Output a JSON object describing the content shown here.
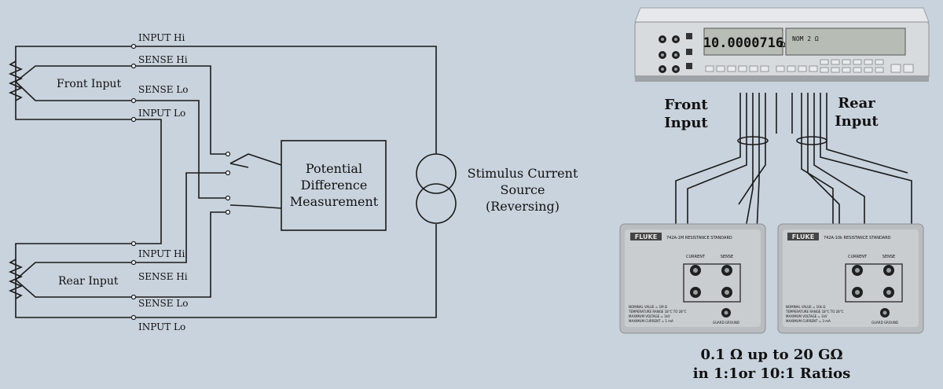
{
  "front_input_label": "Front Input",
  "rear_input_label": "Rear Input",
  "front_terminals": [
    "INPUT Hi",
    "SENSE Hi",
    "SENSE Lo",
    "INPUT Lo"
  ],
  "rear_terminals": [
    "INPUT Hi",
    "SENSE Hi",
    "SENSE Lo",
    "INPUT Lo"
  ],
  "measurement_box": [
    "Potential",
    "Difference",
    "Measurement"
  ],
  "stimulus_label": [
    "Stimulus Current",
    "Source",
    "(Reversing)"
  ],
  "meter": {
    "display_value": "10.0000716",
    "display_unit": "Ω",
    "secondary_display": "NOM     2  Ω"
  },
  "meter_front_input": [
    "Front",
    "Input"
  ],
  "meter_rear_input": [
    "Rear",
    "Input"
  ],
  "standards": [
    {
      "brand": "FLUKE",
      "model": "742A-1M RESISTANCE STANDARD",
      "current": "CURRENT",
      "sense": "SENSE",
      "guard": "GUARD GROUND",
      "spec_lines": [
        "NOMINAL VALUE = 1M Ω",
        "TEMPERATURE RANGE 18°C TO 28°C",
        "MAXIMUM VOLTAGE = 1kV",
        "MAXIMUM CURRENT = 1 mA"
      ]
    },
    {
      "brand": "FLUKE",
      "model": "742A-10k RESISTANCE STANDARD",
      "current": "CURRENT",
      "sense": "SENSE",
      "guard": "GUARD GROUND",
      "spec_lines": [
        "NOMINAL VALUE = 10k Ω",
        "TEMPERATURE RANGE 18°C TO 28°C",
        "MAXIMUM VOLTAGE = 1kV",
        "MAXIMUM CURRENT = 3 mA"
      ]
    }
  ],
  "caption": [
    "0.1 Ω up to 20 GΩ",
    "in 1:1or 10:1 Ratios"
  ]
}
